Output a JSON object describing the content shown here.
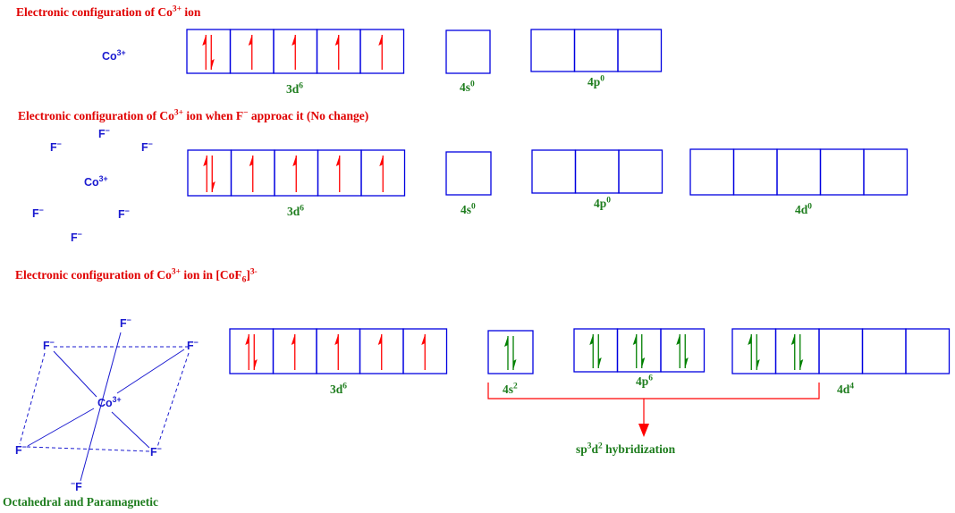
{
  "titles": {
    "t1": {
      "a": "Electronic configuration of Co",
      "sup": "3+",
      "b": " ion"
    },
    "t2": {
      "a": "Electronic configuration of Co",
      "sup": "3+",
      "b": " ion when F",
      "sup2": "−",
      "c": " approac it (No change)"
    },
    "t3": {
      "a": "Electronic configuration of Co",
      "sup": "3+",
      "b": " ion in [CoF",
      "sub": "6",
      "c": "]",
      "sup2": "3-"
    }
  },
  "ions": {
    "co": "Co",
    "co_charge": "3+",
    "f": "F",
    "f_charge": "−"
  },
  "colors": {
    "title": "#e00000",
    "label": "#1e7d1e",
    "box": "#0000e0",
    "electron_red": "#ff0000",
    "electron_green": "#008000"
  },
  "orbitals": [
    {
      "id": "r1_3d",
      "label": "3d",
      "sup": "6",
      "color": "red",
      "boxes": [
        "ud",
        "u",
        "u",
        "u",
        "u"
      ]
    },
    {
      "id": "r1_4s",
      "label": "4s",
      "sup": "0",
      "color": "red",
      "boxes": [
        ""
      ]
    },
    {
      "id": "r1_4p",
      "label": "4p",
      "sup": "0",
      "color": "red",
      "boxes": [
        "",
        "",
        ""
      ]
    },
    {
      "id": "r2_3d",
      "label": "3d",
      "sup": "6",
      "color": "red",
      "boxes": [
        "ud",
        "u",
        "u",
        "u",
        "u"
      ]
    },
    {
      "id": "r2_4s",
      "label": "4s",
      "sup": "0",
      "color": "red",
      "boxes": [
        ""
      ]
    },
    {
      "id": "r2_4p",
      "label": "4p",
      "sup": "0",
      "color": "red",
      "boxes": [
        "",
        "",
        ""
      ]
    },
    {
      "id": "r2_4d",
      "label": "4d",
      "sup": "0",
      "color": "red",
      "boxes": [
        "",
        "",
        "",
        "",
        ""
      ]
    },
    {
      "id": "r3_3d",
      "label": "3d",
      "sup": "6",
      "color": "red",
      "boxes": [
        "ud",
        "u",
        "u",
        "u",
        "u"
      ]
    },
    {
      "id": "r3_4s",
      "label": "4s",
      "sup": "2",
      "color": "green",
      "boxes": [
        "ud"
      ]
    },
    {
      "id": "r3_4p",
      "label": "4p",
      "sup": "6",
      "color": "green",
      "boxes": [
        "ud",
        "ud",
        "ud"
      ]
    },
    {
      "id": "r3_4d",
      "label": "4d",
      "sup": "4",
      "color": "green",
      "boxes": [
        "ud",
        "ud",
        "",
        "",
        ""
      ]
    }
  ],
  "hybridization": {
    "a": "sp",
    "sup1": "3",
    "b": "d",
    "sup2": "2",
    "c": " hybridization"
  },
  "conclusion": "Octahedral and Paramagnetic"
}
